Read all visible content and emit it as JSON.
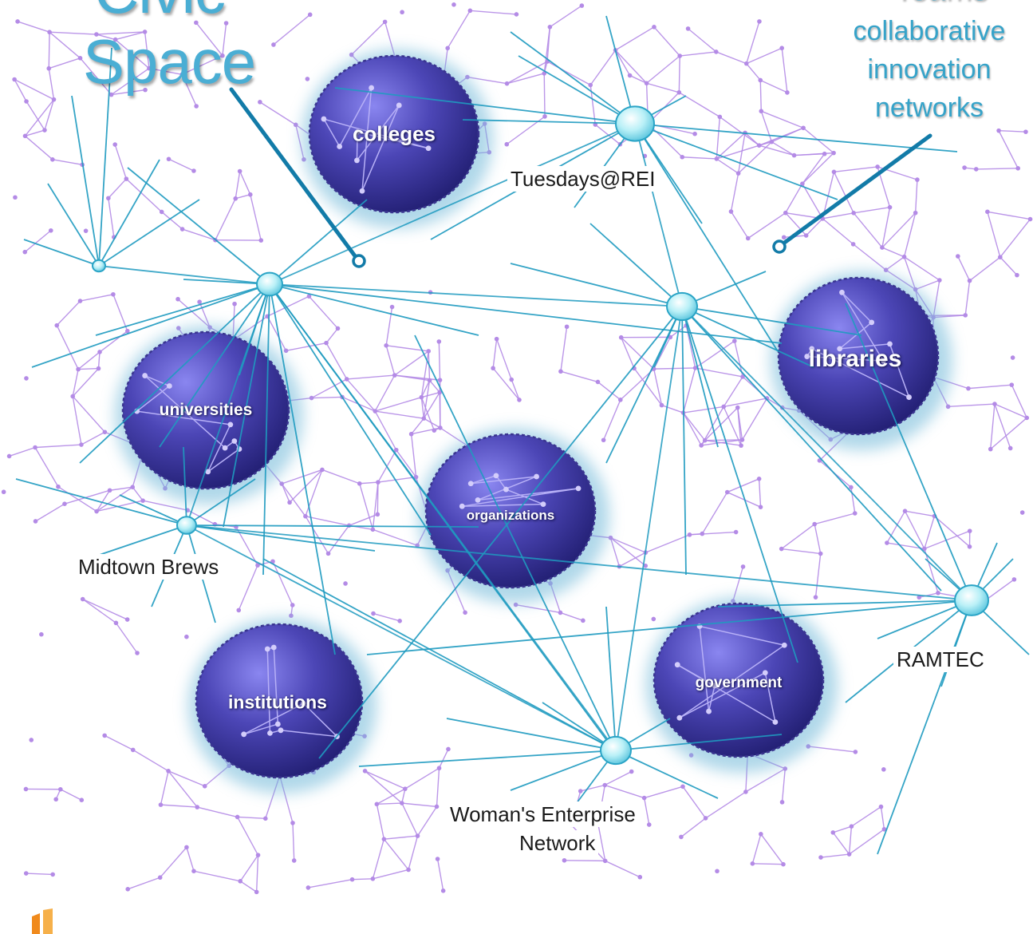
{
  "title": {
    "partial_top": "Civic",
    "main": "Space"
  },
  "side_label": {
    "partial_top": "Teams",
    "lines": [
      "collaborative",
      "innovation",
      "networks"
    ]
  },
  "clusters": [
    {
      "id": "colleges",
      "label": "colleges"
    },
    {
      "id": "universities",
      "label": "universities"
    },
    {
      "id": "organizations",
      "label": "organizations"
    },
    {
      "id": "libraries",
      "label": "libraries"
    },
    {
      "id": "institutions",
      "label": "institutions"
    },
    {
      "id": "government",
      "label": "government"
    }
  ],
  "hubs": [
    {
      "id": "tuesdays",
      "label": "Tuesdays@REI"
    },
    {
      "id": "midtown",
      "label": "Midtown Brews"
    },
    {
      "id": "ramtec",
      "label": "RAMTEC"
    },
    {
      "id": "wen",
      "label_line1": "Woman's Enterprise",
      "label_line2": "Network"
    }
  ],
  "colors": {
    "sphere_light": "#8a86f0",
    "sphere_dark": "#1f1c6e",
    "link": "#1f9bc0",
    "mesh": "#b48be6",
    "hub": "#b9f0f7",
    "title": "#4aaed4",
    "logo": "#f08a1c"
  },
  "icons": {
    "logo": "orange-brand-mark-icon",
    "hub": "hub-node-icon",
    "pointer": "callout-pointer-icon"
  }
}
